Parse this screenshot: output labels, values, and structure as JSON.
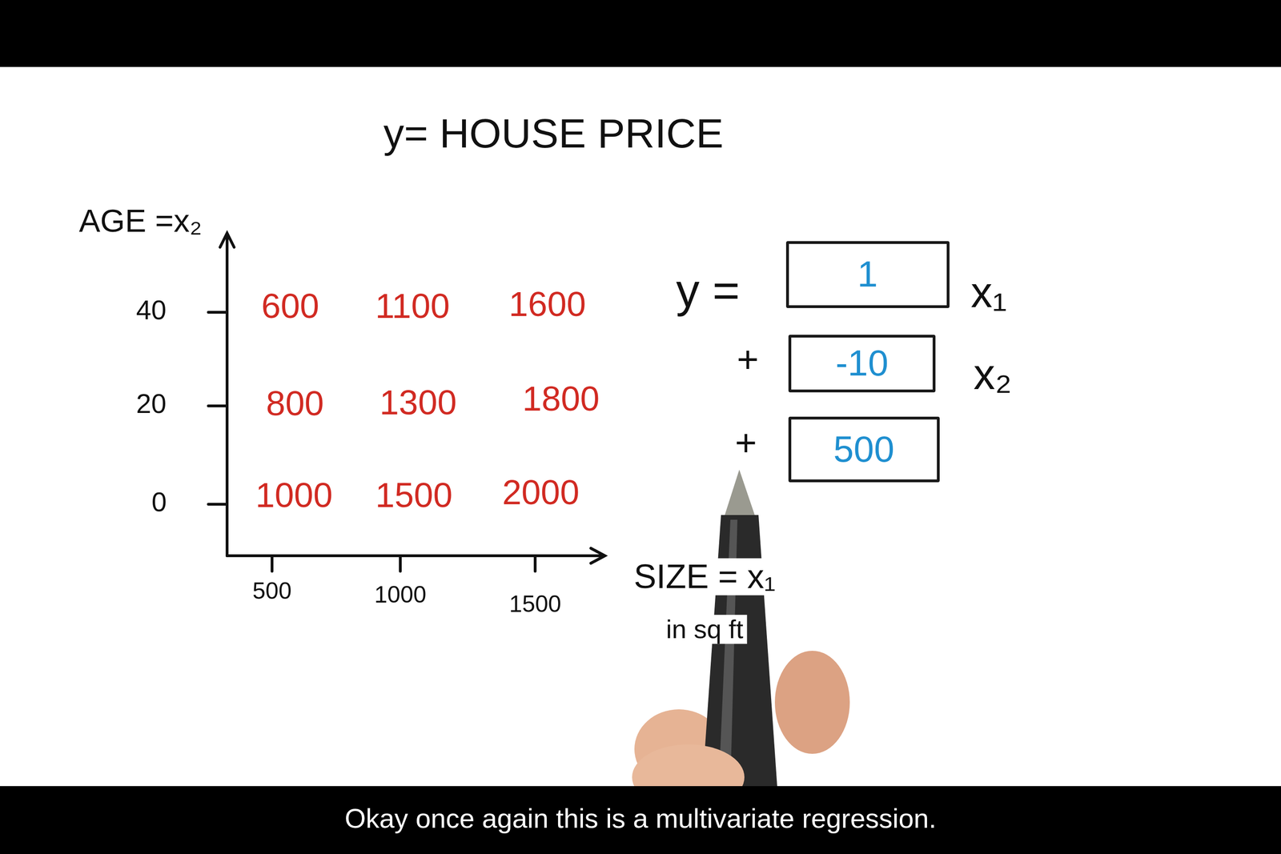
{
  "diagram": {
    "title": "y= HOUSE PRICE",
    "caption": "Okay once again this is a multivariate regression.",
    "nodes": [
      {
        "text": [
          "1"
        ]
      },
      {
        "text": [
          "-10"
        ]
      },
      {
        "text": [
          "500"
        ]
      }
    ],
    "labels": [
      "AGE =x₂",
      "40",
      "20",
      "0",
      "600",
      "1100",
      "1600",
      "800",
      "1300",
      "1800",
      "1000",
      "1500",
      "2000",
      "500",
      "1000",
      "1500",
      "SIZE = x₁",
      "in sq ft",
      "y =",
      "x₁",
      "+",
      "x₂",
      "+"
    ]
  }
}
